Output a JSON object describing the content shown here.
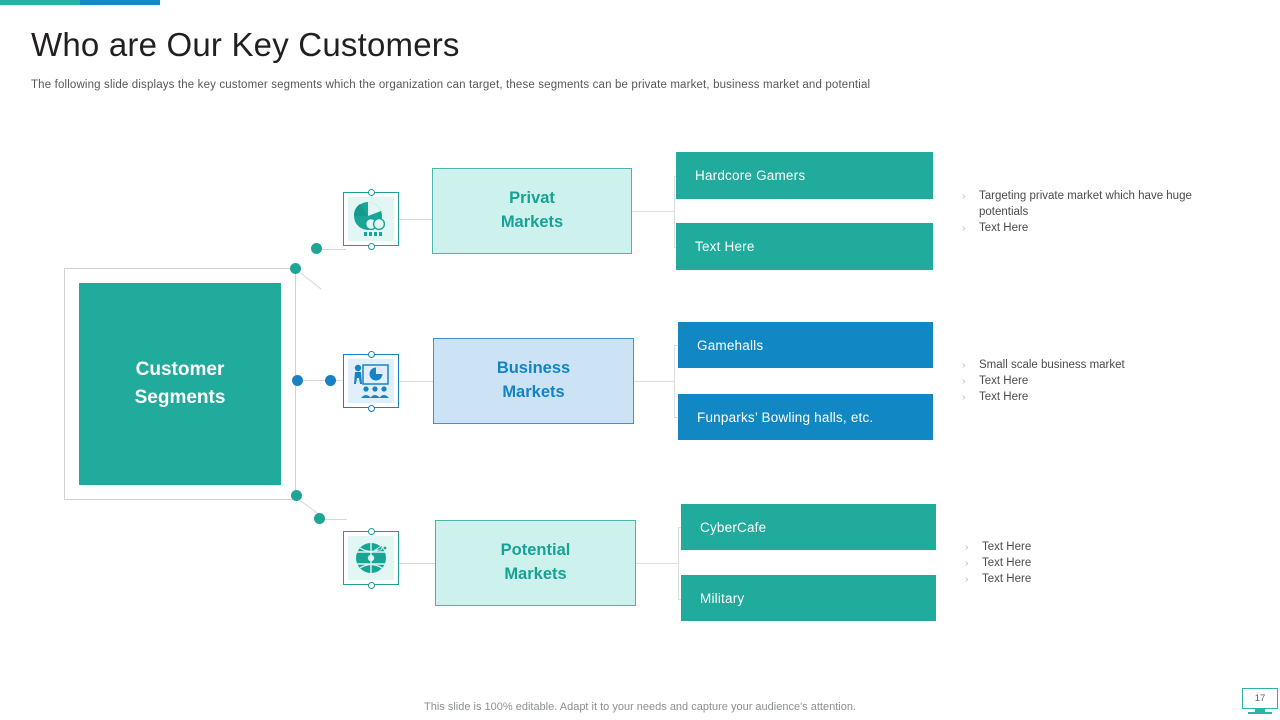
{
  "accent": {
    "teal": "#22b3a2",
    "blue": "#128ac4"
  },
  "header": {
    "title": "Who are Our Key Customers",
    "subtitle": "The following  slide displays the key customer segments which the organization  can target, these segments can be private  market, business market and potential"
  },
  "root": {
    "label": "Customer\nSegments",
    "line1": "Customer",
    "line2": "Segments",
    "color": "#20ab9c"
  },
  "branches": [
    {
      "icon_name": "pie-chart-audience-icon",
      "mid_line1": "Privat",
      "mid_line2": "Markets",
      "accent": "#20ab9c",
      "leaves": [
        "Hardcore Gamers",
        "Text Here"
      ],
      "bullets": [
        "Targeting  private  market which have huge potentials",
        "Text Here"
      ]
    },
    {
      "icon_name": "presentation-audience-icon",
      "mid_line1": "Business",
      "mid_line2": "Markets",
      "accent": "#1187c4",
      "leaves": [
        "Gamehalls",
        "Funparks’ Bowling halls, etc."
      ],
      "bullets": [
        "Small scale business market",
        "Text Here",
        "Text Here"
      ]
    },
    {
      "icon_name": "global-market-icon",
      "mid_line1": "Potential",
      "mid_line2": "Markets",
      "accent": "#20ab9c",
      "leaves": [
        "CyberCafe",
        "Military"
      ],
      "bullets": [
        "Text Here",
        "Text Here",
        "Text Here"
      ]
    }
  ],
  "bullet_marker": "›",
  "footer": {
    "note": "This slide is 100% editable. Adapt it to your needs and capture your audience's attention."
  },
  "page": {
    "number": "17"
  }
}
